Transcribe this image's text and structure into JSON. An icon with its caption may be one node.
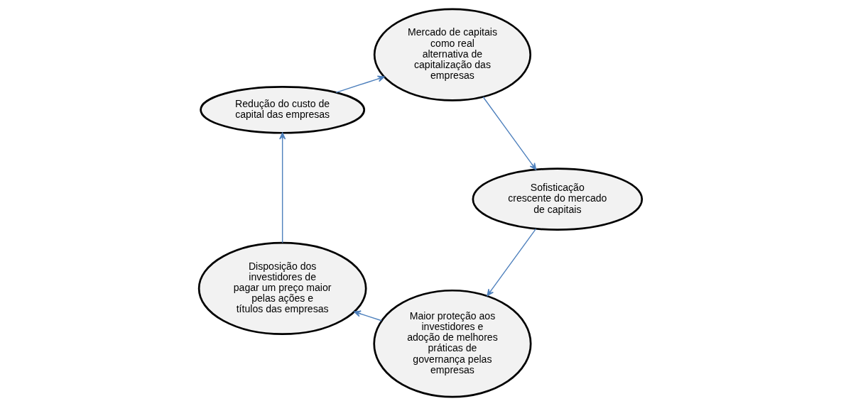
{
  "diagram": {
    "nodes": [
      {
        "text": [
          "Maior proteção aos investidores e adoção de melhores práticas de governança pelas empresas"
        ]
      },
      {
        "text": [
          "Disposição dos investidores de pagar um preço maior pelas ações e títulos das empresas"
        ]
      },
      {
        "text": [
          "Redução do custo de capital das empresas"
        ]
      },
      {
        "text": [
          "Mercado de capitais como real alternativa de capitalização das empresas"
        ]
      },
      {
        "text": [
          "Sofisticação crescente do mercado de capitais"
        ]
      }
    ],
    "edges": [
      {
        "from": 0,
        "to": 1,
        "arrow": "to"
      },
      {
        "from": 1,
        "to": 2,
        "arrow": "to"
      },
      {
        "from": 2,
        "to": 3,
        "arrow": "to"
      },
      {
        "from": 3,
        "to": 4,
        "arrow": "to"
      },
      {
        "from": 4,
        "to": 0,
        "arrow": "to"
      }
    ]
  }
}
